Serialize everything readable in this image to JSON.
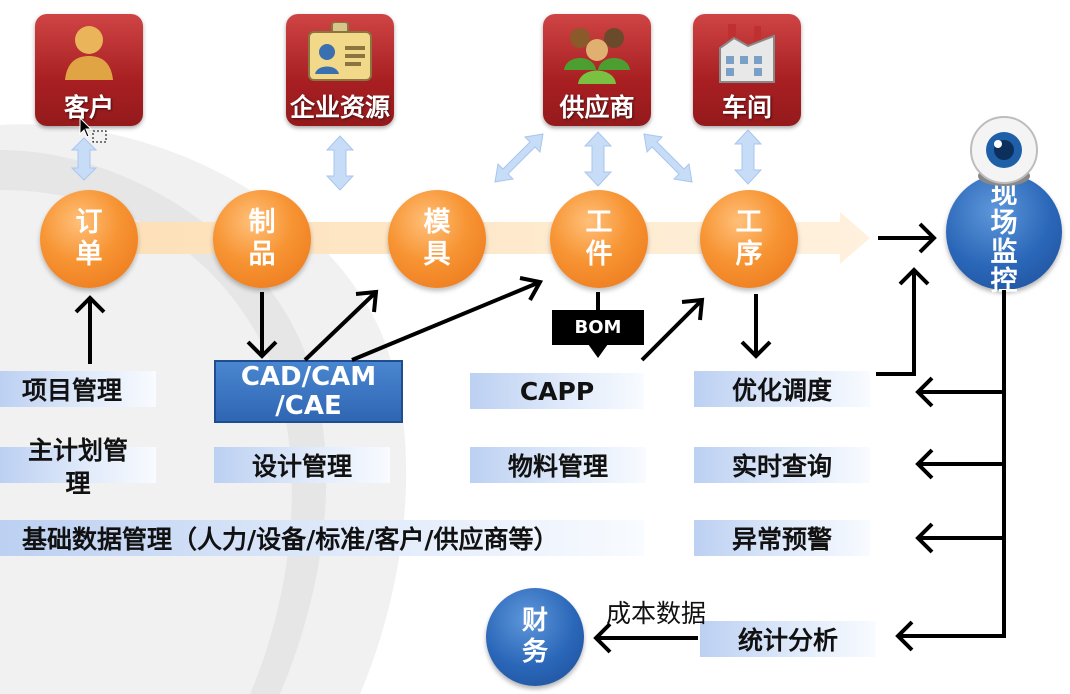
{
  "top_nodes": {
    "customer": "客户",
    "enterprise_resources": "企业资源",
    "supplier": "供应商",
    "workshop": "车间"
  },
  "flow_nodes": {
    "order": [
      "订",
      "单"
    ],
    "product": [
      "制",
      "品"
    ],
    "mold": [
      "模",
      "具"
    ],
    "workpiece": [
      "工",
      "件"
    ],
    "process": [
      "工",
      "序"
    ]
  },
  "monitor": [
    "现",
    "场",
    "监",
    "控"
  ],
  "finance": [
    "财",
    "务"
  ],
  "cad_label": [
    "CAD/CAM",
    "/CAE"
  ],
  "bom_label": "BOM",
  "bars": {
    "project_mgmt": "项目管理",
    "master_plan_line1": "主计划管",
    "master_plan_line2": "理",
    "capp": "CAPP",
    "optimize_schedule": "优化调度",
    "design_mgmt": "设计管理",
    "material_mgmt": "物料管理",
    "realtime_query": "实时查询",
    "basic_data_mgmt": "基础数据管理（人力/设备/标准/客户/供应商等）",
    "exception_alert": "异常预警",
    "statistics": "统计分析"
  },
  "cost_data_label": "成本数据",
  "colors": {
    "top_box": "#a81f22",
    "flow_circle": "#f28a2a",
    "blue_circle": "#2a66b8",
    "bar_fill": "#bcd0f2",
    "arrow": "#000000",
    "light_arrow": "#c7dcf7"
  }
}
